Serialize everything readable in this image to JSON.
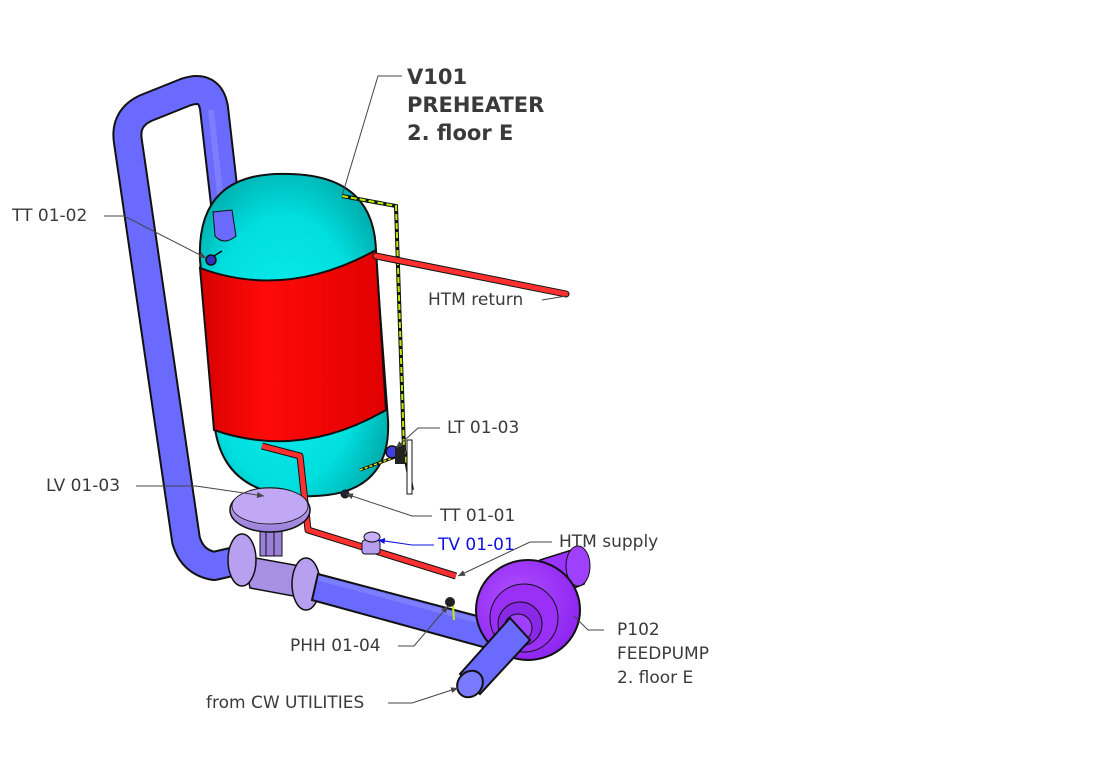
{
  "equipment": {
    "vessel": {
      "tag": "V101",
      "name": "PREHEATER",
      "location": "2. floor E"
    },
    "pump": {
      "tag": "P102",
      "name": "FEEDPUMP",
      "location": "2. floor E"
    }
  },
  "instruments": {
    "tt_0102": "TT 01-02",
    "lt_0103": "LT 01-03",
    "lv_0103": "LV 01-03",
    "tt_0101": "TT 01-01",
    "tv_0101": "TV 01-01",
    "phh_0104": "PHH 01-04"
  },
  "lines": {
    "htm_return": "HTM return",
    "htm_supply": "HTM supply",
    "from_cw": "from CW UTILITIES"
  },
  "colors": {
    "vessel_head": "#00e5e5",
    "vessel_jacket": "#ff0000",
    "cw_pipe": "#6a6aff",
    "htm_pipe": "#ff2a2a",
    "valve": "#b89ef0",
    "pump": "#9933ff",
    "signal_line": "#b8f000",
    "highlight_text": "#1010e8"
  }
}
